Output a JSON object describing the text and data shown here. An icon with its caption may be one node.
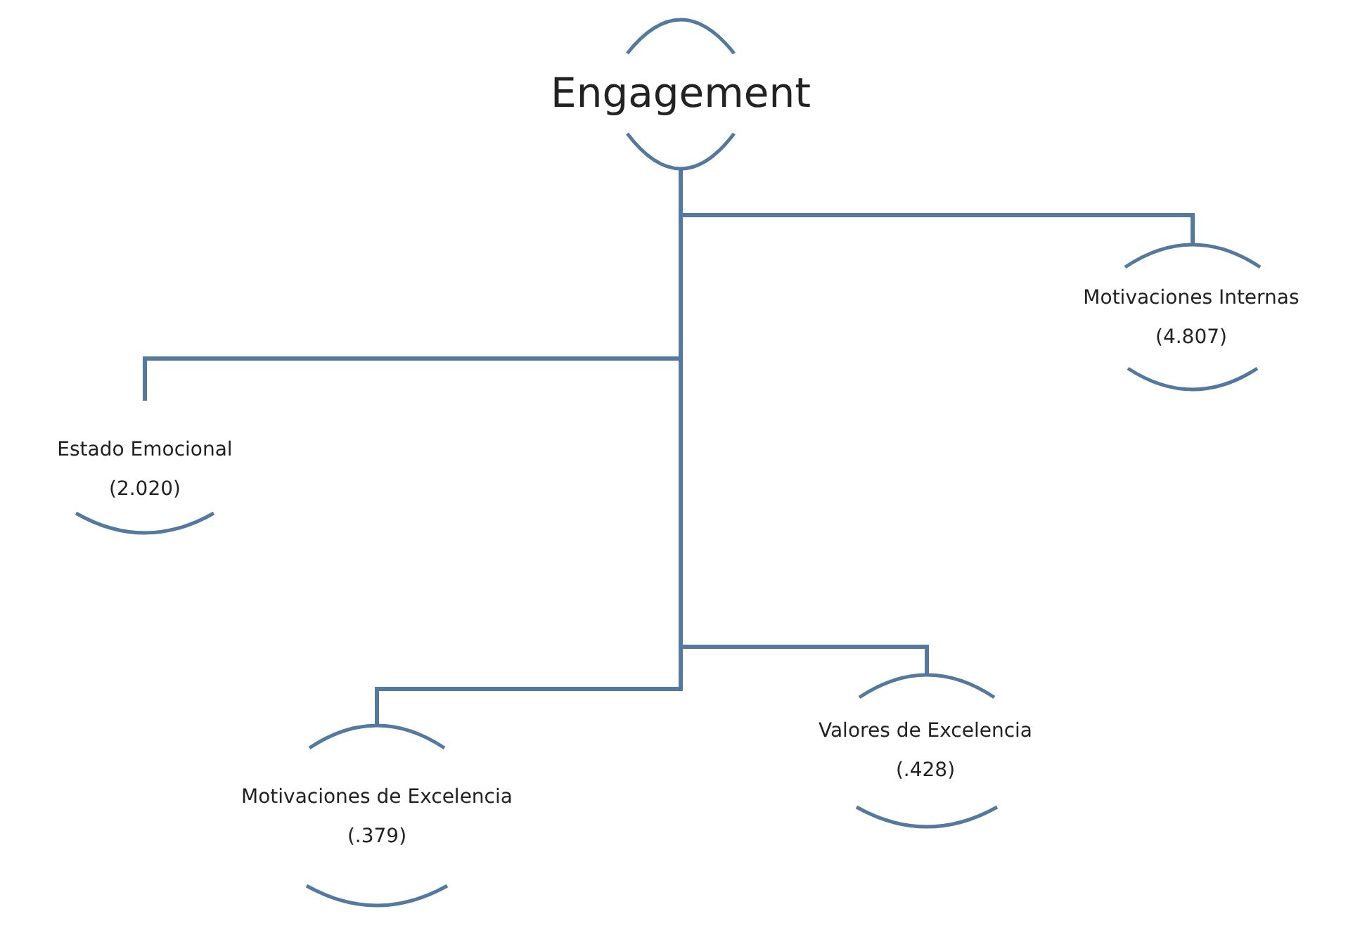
{
  "diagram": {
    "nodes": [
      {
        "text": [
          "Engagement"
        ]
      },
      {
        "text": [
          "Motivaciones Internas",
          "(4.807)"
        ]
      },
      {
        "text": [
          "Estado Emocional",
          "(2.020)"
        ]
      },
      {
        "text": [
          "Valores de Excelencia",
          "(.428)"
        ]
      },
      {
        "text": [
          "Motivaciones de Excelencia",
          "(.379)"
        ]
      }
    ],
    "edges": [
      {
        "from": 0,
        "to": 1,
        "arrow": "none"
      },
      {
        "from": 0,
        "to": 2,
        "arrow": "none"
      },
      {
        "from": 0,
        "to": 3,
        "arrow": "none"
      },
      {
        "from": 0,
        "to": 4,
        "arrow": "none"
      }
    ]
  }
}
